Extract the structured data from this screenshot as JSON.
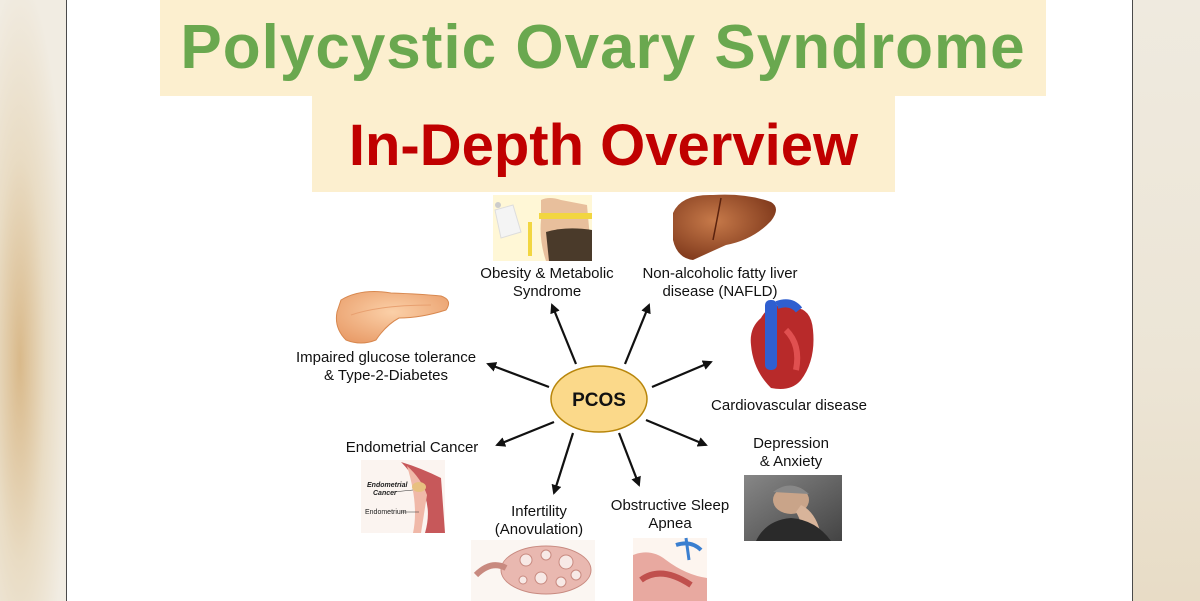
{
  "title_line1": "Polycystic Ovary Syndrome",
  "title_line2": "In-Depth Overview",
  "center": "PCOS",
  "conditions": {
    "obesity": [
      "Obesity & Metabolic",
      "Syndrome"
    ],
    "nafld": [
      "Non-alcoholic fatty liver",
      "disease (NAFLD)"
    ],
    "glucose": [
      "Impaired glucose tolerance",
      "& Type-2-Diabetes"
    ],
    "cardio": [
      "Cardiovascular disease"
    ],
    "endometrial": [
      "Endometrial Cancer"
    ],
    "depression": [
      "Depression",
      "& Anxiety"
    ],
    "infertility": [
      "Infertility",
      "(Anovulation)"
    ],
    "sleep": [
      "Obstructive Sleep",
      "Apnea"
    ]
  },
  "illustration_labels": {
    "endometrial_cancer_1": "Endometrial",
    "endometrial_cancer_2": "Cancer",
    "endometrium": "Endometrium"
  },
  "colors": {
    "title_green": "#6aa84f",
    "title_red": "#c00000",
    "title_bg": "#fcefcf",
    "pcos_fill": "#fbd98a"
  }
}
